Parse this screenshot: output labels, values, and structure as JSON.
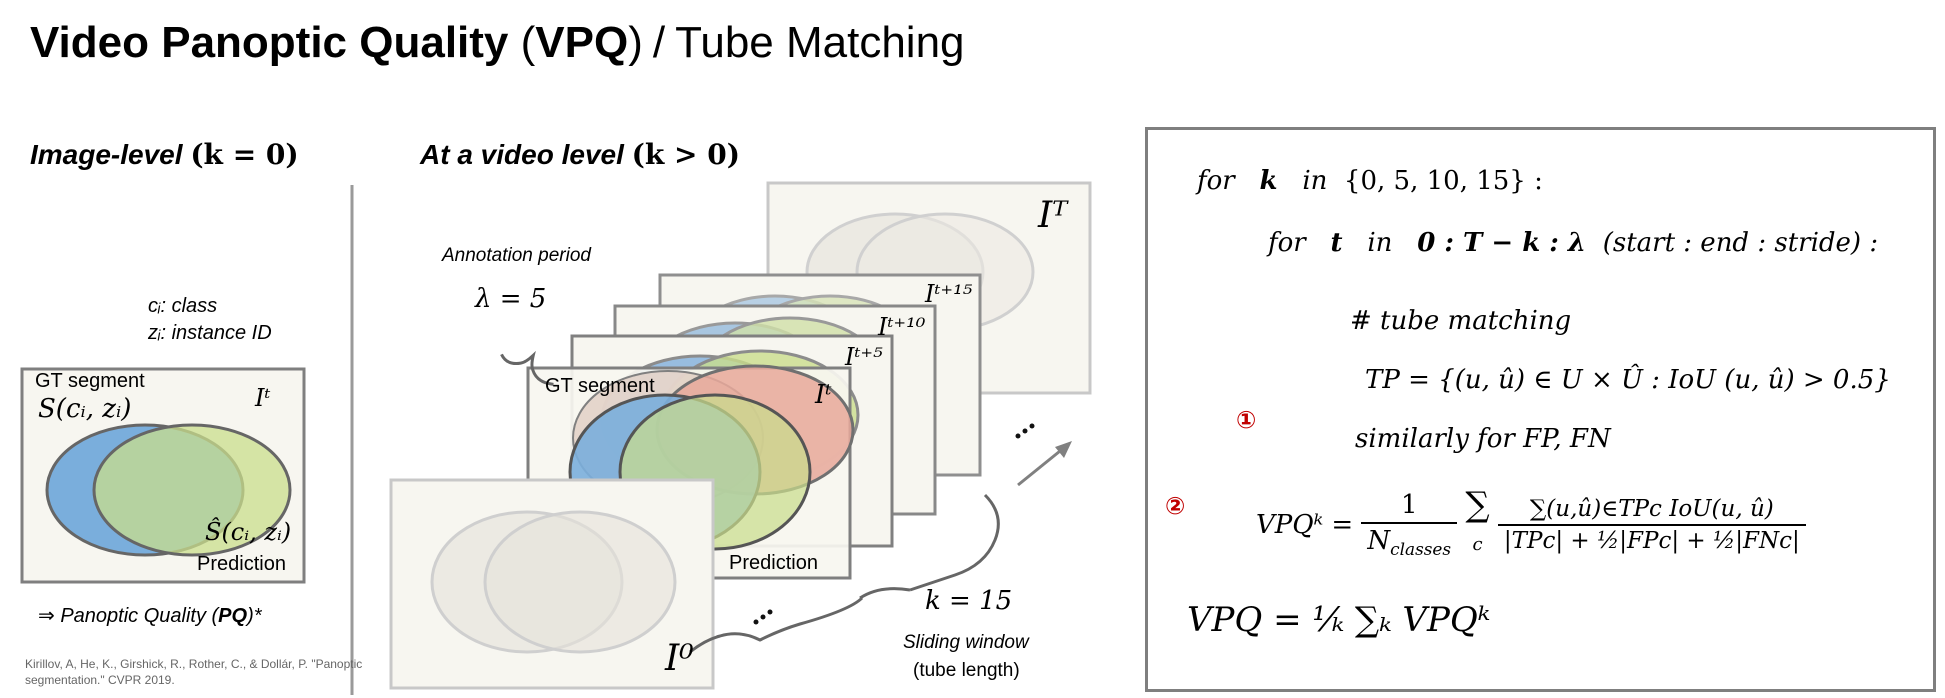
{
  "title": {
    "main": "Video Panoptic Quality",
    "abbr": "VPQ",
    "separator": "/",
    "subtitle": "Tube Matching"
  },
  "image_level": {
    "heading": "Image-level",
    "heading_math": "(k = 0)",
    "class_label": "cᵢ: class",
    "instance_label": "zᵢ: instance ID",
    "gt_segment": "GT segment",
    "gt_symbol": "S(cᵢ, zᵢ)",
    "frame_label": "Iᵗ",
    "pred_symbol": "Ŝ(cᵢ, zᵢ)",
    "prediction": "Prediction",
    "pq_note_prefix": "⇒ Panoptic Quality (",
    "pq_note_bold": "PQ",
    "pq_note_suffix": ")*",
    "citation": "Kirillov, A, He, K., Girshick, R., Rother, C., & Dollár, P. \"Panoptic segmentation.\" CVPR 2019."
  },
  "video_level": {
    "heading": "At a video level",
    "heading_math": "(k > 0)",
    "annotation_period": "Annotation period",
    "lambda": "λ = 5",
    "frames": {
      "last": "Iᵀ",
      "t15": "Iᵗ⁺¹⁵",
      "t10": "Iᵗ⁺¹⁰",
      "t5": "Iᵗ⁺⁵",
      "t": "Iᵗ",
      "first": "I⁰"
    },
    "gt_segment": "GT segment",
    "prediction": "Prediction",
    "k_value": "k = 15",
    "sliding_window": "Sliding window",
    "tube_length": "(tube length)"
  },
  "algorithm": {
    "loop_k": {
      "kw_for": "for",
      "var": "k",
      "kw_in": "in",
      "set": "{0, 5, 10, 15} :"
    },
    "loop_t": {
      "kw_for": "for",
      "var": "t",
      "kw_in": "in",
      "range": "0 : T − k : λ",
      "note": "(start : end : stride) :"
    },
    "comment": "# tube matching",
    "tp_def": "TP  =  {(u, û) ∈ U × Û  :  IoU (u, û) >  0.5}",
    "similarly": "similarly for  FP, FN",
    "marker1": "①",
    "marker2": "②",
    "vpqk_lhs": "VPQᵏ =",
    "vpqk_frac1_num": "1",
    "vpqk_frac1_den": "N",
    "vpqk_frac1_den_sub": "classes",
    "vpqk_sum": "∑",
    "vpqk_sum_sub": "c",
    "vpqk_num": "∑(u,û)∈TPc IoU(u, û)",
    "vpqk_den": "|TPc| + ½|FPc| + ½|FNc|",
    "vpq_final": "VPQ = ¹⁄ₖ ∑ₖ VPQᵏ"
  },
  "colors": {
    "gt_blue": "#7aaedc",
    "pred_green": "#c9dd8c",
    "overlap": "#8fb79c",
    "pred_red": "#e79a90",
    "frame_bg": "#f5f4ee",
    "border_gray": "#7f7f7f",
    "marker_red": "#c00000"
  }
}
